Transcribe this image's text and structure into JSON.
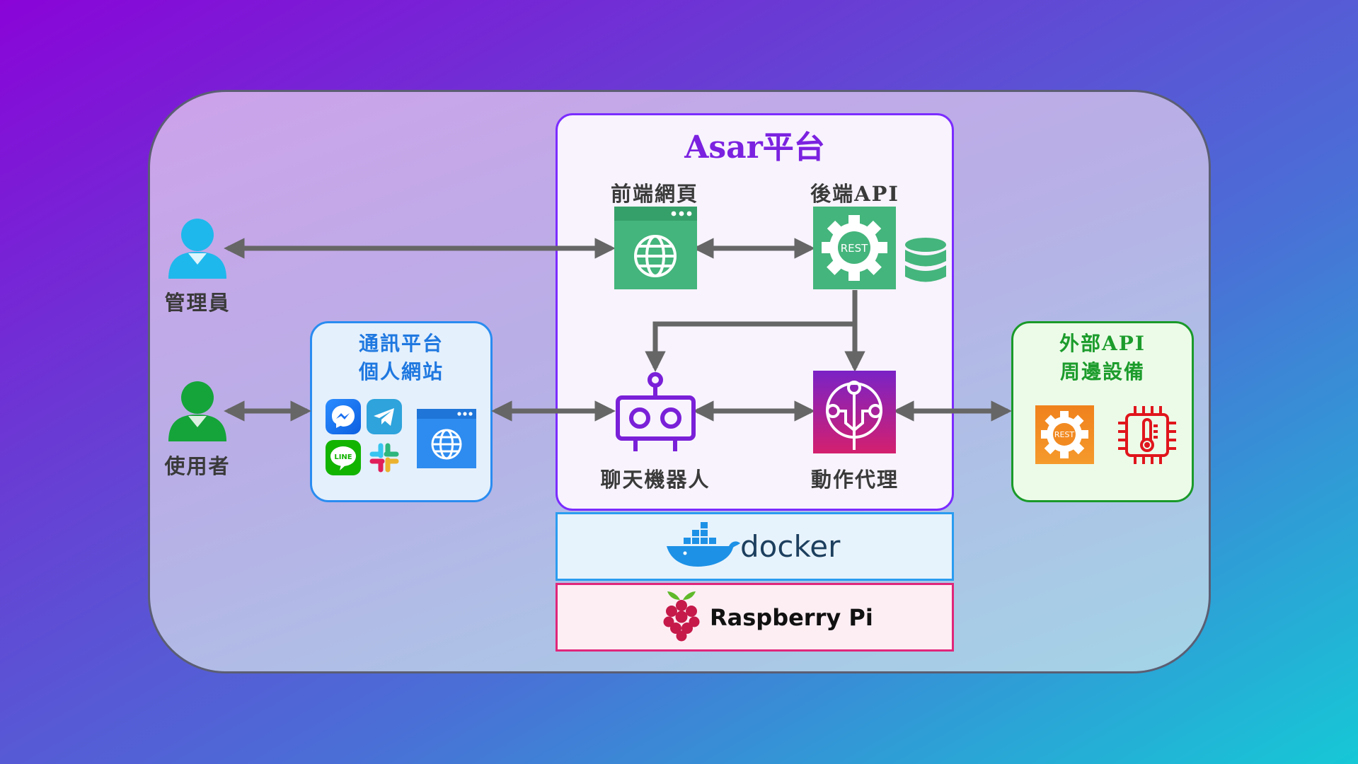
{
  "labels": {
    "admin": "管理員",
    "user": "使用者",
    "asar_title": "Asar平台",
    "frontend": "前端網頁",
    "backend": "後端API",
    "chatbot": "聊天機器人",
    "action_agent": "動作代理",
    "comm_line1": "通訊平台",
    "comm_line2": "個人網站",
    "ext_line1": "外部API",
    "ext_line2": "周邊設備",
    "docker": "docker",
    "raspberry_pi": "Raspberry Pi",
    "rest": "REST",
    "line_app": "LINE"
  },
  "icons": {
    "admin": "person-icon",
    "user": "person-icon",
    "frontend": "browser-globe-icon",
    "backend": "rest-gear-icon",
    "database": "database-icon",
    "chatbot": "robot-icon",
    "action_agent": "ai-circuit-icon",
    "messenger": "messenger-icon",
    "telegram": "telegram-icon",
    "line": "line-icon",
    "slack": "slack-icon",
    "website": "browser-globe-icon",
    "external_api": "rest-gear-icon",
    "sensor": "thermometer-chip-icon",
    "docker": "docker-whale-icon",
    "raspberry": "raspberry-icon"
  },
  "colors": {
    "asar_border": "#7b2cff",
    "comm_border": "#2a8cf0",
    "ext_border": "#1a9a2a",
    "docker_border": "#2a9cf0",
    "rpi_border": "#e0267a",
    "green_tile": "#44b57c",
    "arrow": "#666666"
  }
}
